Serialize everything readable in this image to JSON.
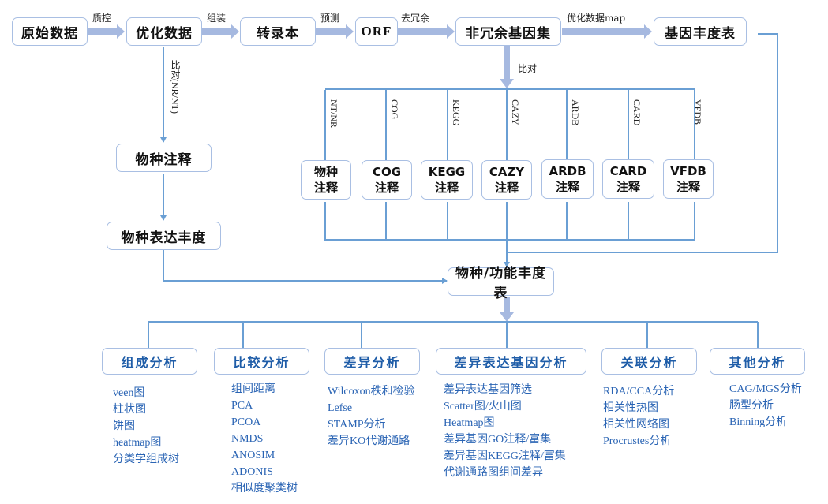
{
  "pipeline": {
    "raw_data": "原始数据",
    "qc_label": "质控",
    "clean_data": "优化数据",
    "assemble_label": "组装",
    "transcripts": "转录本",
    "predict_label": "预测",
    "orf": "ORF",
    "dedup_label": "去冗余",
    "nr_gene_set": "非冗余基因集",
    "map_label": "优化数据map",
    "gene_abundance": "基因丰度表",
    "align_label": "比对",
    "species_align_label": "比对(NR/NT)",
    "species_annotation": "物种注释",
    "species_abundance": "物种表达丰度",
    "abundance_table": "物种/功能丰度表"
  },
  "databases": [
    {
      "db": "NT/NR",
      "line1": "物种",
      "line2": "注释"
    },
    {
      "db": "COG",
      "line1": "COG",
      "line2": "注释"
    },
    {
      "db": "KEGG",
      "line1": "KEGG",
      "line2": "注释"
    },
    {
      "db": "CAZY",
      "line1": "CAZY",
      "line2": "注释"
    },
    {
      "db": "ARDB",
      "line1": "ARDB",
      "line2": "注释"
    },
    {
      "db": "CARD",
      "line1": "CARD",
      "line2": "注释"
    },
    {
      "db": "VFDB",
      "line1": "VFDB",
      "line2": "注释"
    }
  ],
  "analyses": [
    {
      "title": "组成分析",
      "items": [
        "veen图",
        "柱状图",
        "饼图",
        "heatmap图",
        "分类学组成树"
      ]
    },
    {
      "title": "比较分析",
      "items": [
        "组间距离",
        "PCA",
        "PCOA",
        "NMDS",
        "ANOSIM",
        "ADONIS",
        "相似度聚类树"
      ]
    },
    {
      "title": "差异分析",
      "items": [
        "Wilcoxon秩和检验",
        "Lefse",
        "STAMP分析",
        "差异KO代谢通路"
      ]
    },
    {
      "title": "差异表达基因分析",
      "items": [
        "差异表达基因筛选",
        "Scatter图/火山图",
        "Heatmap图",
        "差异基因GO注释/富集",
        "差异基因KEGG注释/富集",
        "代谢通路图组间差异"
      ]
    },
    {
      "title": "关联分析",
      "items": [
        "RDA/CCA分析",
        "相关性热图",
        "相关性网络图",
        "Procrustes分析"
      ]
    },
    {
      "title": "其他分析",
      "items": [
        "CAG/MGS分析",
        "肠型分析",
        "Binning分析"
      ]
    }
  ],
  "colors": {
    "wire": "#6a9fd4",
    "thick_arrow": "#a6b9e0",
    "box_border": "#a9bfe3",
    "category_text": "#1f5da8",
    "list_text": "#2a64b4"
  }
}
